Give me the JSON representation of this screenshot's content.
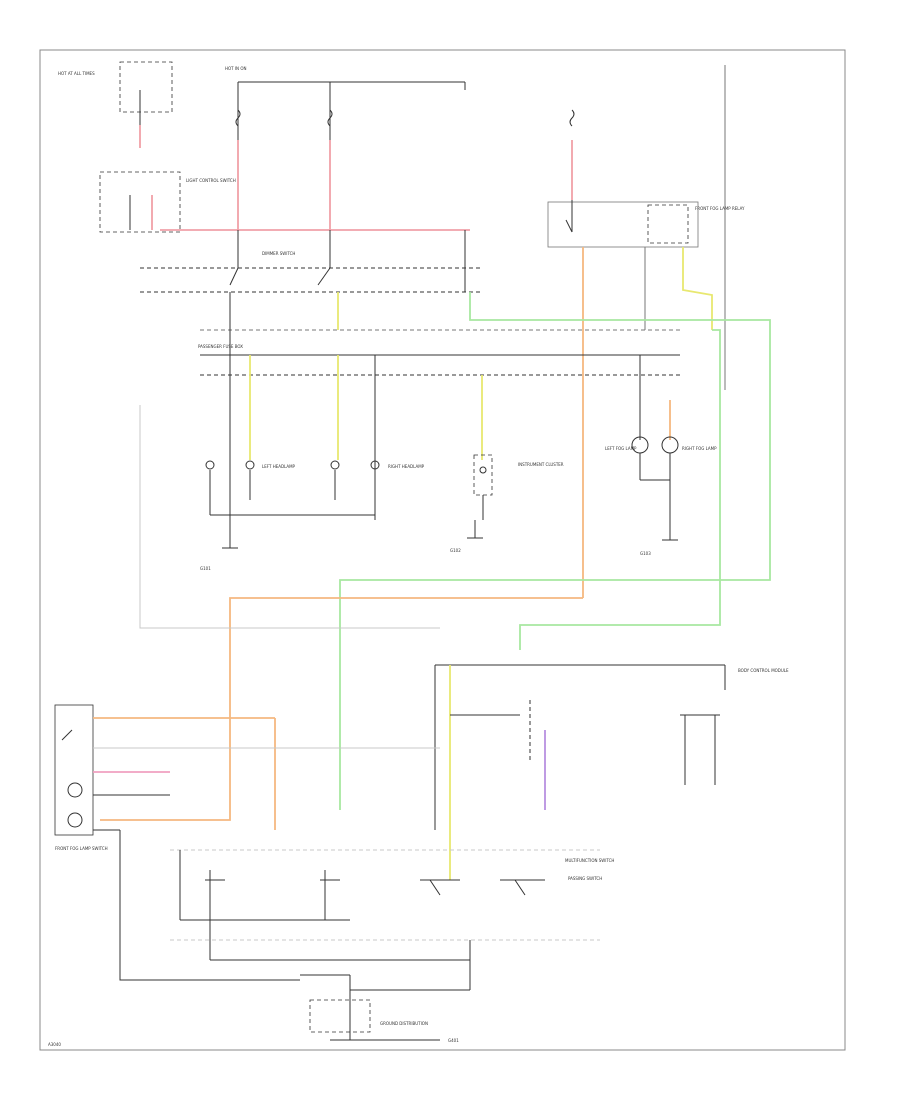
{
  "diagram": {
    "figure_id": "A3040",
    "labels": {
      "fuse_box_top_left": "HOT AT ALL TIMES",
      "fuse_box_top_center": "HOT IN ON",
      "passenger_fuse_box": "PASSENGER FUSE BOX",
      "light_control_switch": "LIGHT CONTROL SWITCH",
      "dimmer_switch": "DIMMER SWITCH",
      "left_headlamp": "LEFT HEADLAMP",
      "right_headlamp": "RIGHT HEADLAMP",
      "instrument_cluster": "INSTRUMENT CLUSTER",
      "ground_g1": "G101",
      "ground_g2": "G102",
      "ground_g3": "G103",
      "ground_g4": "G401",
      "front_fog_lamp_relay": "FRONT FOG LAMP RELAY",
      "left_fog_lamp": "LEFT FOG LAMP",
      "right_fog_lamp": "RIGHT FOG LAMP",
      "body_control_module": "BODY CONTROL MODULE",
      "front_fog_lamp_switch": "FRONT FOG LAMP SWITCH",
      "multifunction_switch": "MULTIFUNCTION SWITCH",
      "passing_switch": "PASSING SWITCH",
      "ground_distribution": "GROUND DISTRIBUTION"
    }
  }
}
